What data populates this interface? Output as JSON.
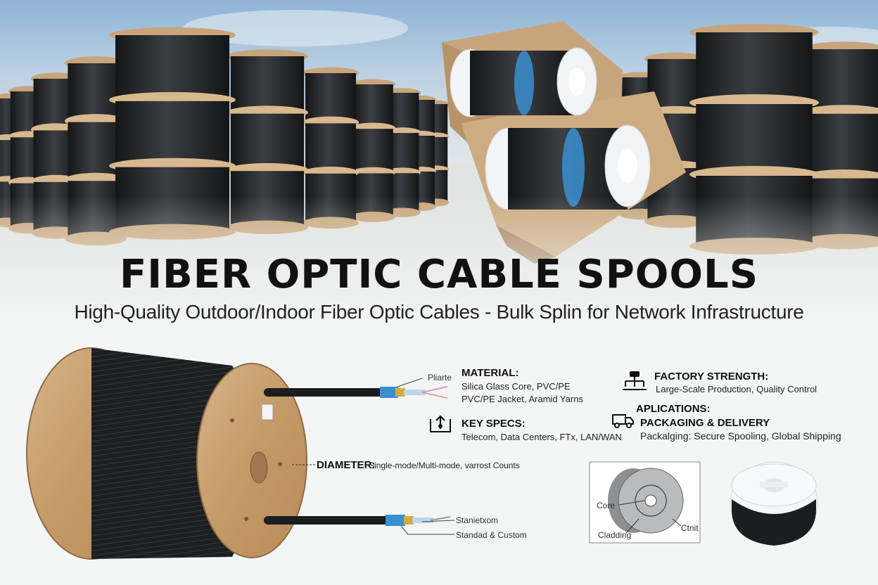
{
  "title": "FIBER OPTIC CABLE SPOOLS",
  "subtitle": "High-Quality Outdoor/Indoor Fiber Optic Cables - Bulk Splin for Network Infrastructure",
  "cable_labels": {
    "top": "Pliarte",
    "bottom_1": "Stanietxom",
    "bottom_2": "Standad & Custom"
  },
  "diameter": {
    "heading": "DIAMETER:",
    "text": "Single-mode/Multi-mode, varrost Counts"
  },
  "material": {
    "heading": "MATERIAL:",
    "lines": [
      "Silica Glass Core, PVC/PE",
      "PVC/PE Jacket, Aramid Yarns"
    ]
  },
  "key_specs": {
    "heading": "KEY SPECS:",
    "text": "Telecom, Data Centers, FTx, LAN/WAN"
  },
  "factory": {
    "heading": "FACTORY STRENGTH:",
    "text": "Large-Scale Production, Quality Control"
  },
  "applications": {
    "heading": "APLICATIONS:"
  },
  "packaging": {
    "heading": "PACKAGING & DELIVERY",
    "text": "Packalging: Secure Spooling, Global Shipping"
  },
  "cross_section": {
    "core": "Core",
    "cladding": "Cladding",
    "coat": "Ctnit"
  },
  "icons": {
    "key_specs": "box-arrow-icon",
    "factory": "network-hierarchy-icon",
    "packaging": "delivery-truck-icon"
  },
  "colors": {
    "cable_black": "#1c1d1f",
    "wood": "#c9a273",
    "blue_band": "#3a8fd0",
    "gold_band": "#d6a93a"
  }
}
